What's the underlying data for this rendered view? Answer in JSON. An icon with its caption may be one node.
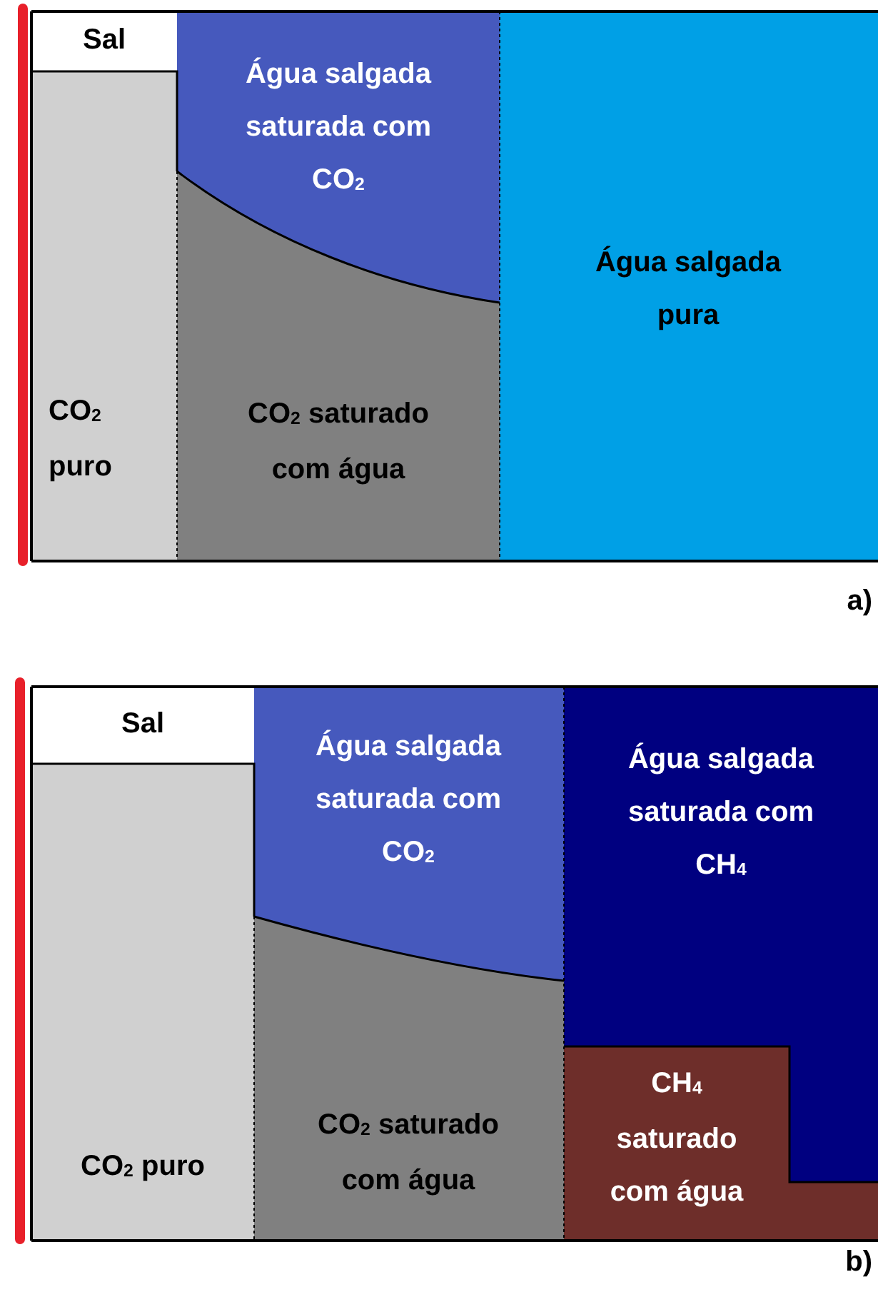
{
  "diagram": {
    "nodes": [
      {
        "text": [
          "Sal"
        ]
      },
      {
        "text": [
          "CO$_{2}$ puro"
        ]
      },
      {
        "text": [
          "Água salgada saturada com CO$_{2}$"
        ]
      },
      {
        "text": [
          "CO$_{2}$ saturado com água"
        ]
      },
      {
        "text": [
          "Água salgada pura"
        ]
      },
      {
        "text": [
          "Sal"
        ]
      },
      {
        "text": [
          "CO$_{2}$ puro"
        ]
      },
      {
        "text": [
          "Água salgada saturada com CO$_{2}$"
        ]
      },
      {
        "text": [
          "CO$_{2}$ saturado com água"
        ]
      },
      {
        "text": [
          "Água salgada saturada com CH$_{4}$"
        ]
      },
      {
        "text": [
          "CH$_{4}$ saturado com água"
        ]
      }
    ],
    "labels": [
      "a)",
      "b)"
    ]
  }
}
